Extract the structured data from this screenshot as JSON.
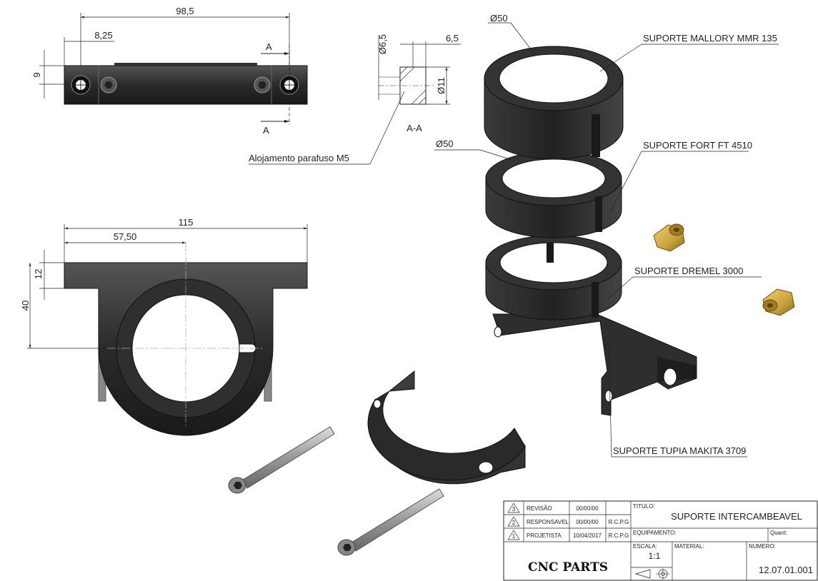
{
  "dimensions": {
    "top_overall": "98,5",
    "top_hole_offset": "8,25",
    "top_height": "9",
    "section_mark": "A",
    "section_width": "6,5",
    "section_dia_small": "Ø6,5",
    "section_dia_large": "Ø11",
    "section_label": "A-A",
    "front_overall": "115",
    "front_half": "57,50",
    "front_flange": "12",
    "front_height": "40",
    "ring_dia_1": "Ø50",
    "ring_dia_2": "Ø50"
  },
  "callouts": {
    "screw_pocket": "Alojamento parafuso M5",
    "mallory": "SUPORTE MALLORY MMR 135",
    "fort": "SUPORTE FORT FT 4510",
    "dremel": "SUPORTE DREMEL 3000",
    "makita": "SUPORTE TUPIA MAKITA 3709"
  },
  "title_block": {
    "rows": [
      {
        "num": "3",
        "label": "REVISÃO",
        "date": "00/00/00",
        "by": ""
      },
      {
        "num": "2",
        "label": "RESPONSAVEL",
        "date": "00/00/00",
        "by": "R.C.P.G"
      },
      {
        "num": "1",
        "label": "PROJETISTA",
        "date": "10/04/2017",
        "by": "R.C.P.G"
      }
    ],
    "titulo_label": "TITULO:",
    "titulo": "SUPORTE INTERCAMBEAVEL",
    "equipamento_label": "EQUIPAMENTO:",
    "quant_label": "Quant:",
    "escala_label": "ESCALA:",
    "escala": "1:1",
    "material_label": "MATERIAL:",
    "numero_label": "NUMERO:",
    "numero": "12.07.01.001",
    "company": "CNC PARTS"
  },
  "colors": {
    "part_dark": "#2b2b2b",
    "part_mid": "#4a4a4a",
    "line": "#222222",
    "brass": "#c9a23c"
  }
}
